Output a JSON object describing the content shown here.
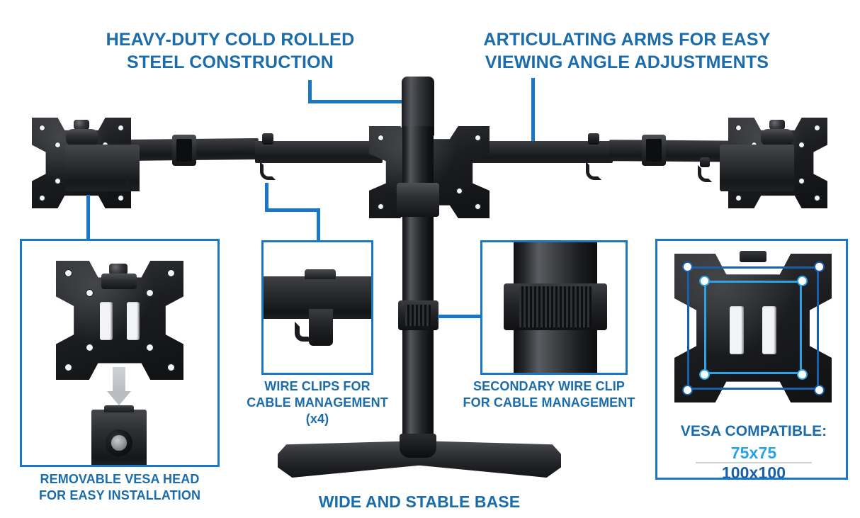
{
  "headings": {
    "left": "HEAVY-DUTY COLD ROLLED\nSTEEL CONSTRUCTION",
    "right": "ARTICULATING ARMS FOR EASY\nVIEWING ANGLE ADJUSTMENTS"
  },
  "captions": {
    "removable_head": "REMOVABLE VESA HEAD\nFOR EASY INSTALLATION",
    "wire_clips": "WIRE CLIPS FOR\nCABLE MANAGEMENT\n(x4)",
    "secondary_clip": "SECONDARY WIRE CLIP\nFOR CABLE MANAGEMENT",
    "base": "WIDE AND STABLE BASE"
  },
  "vesa_panel": {
    "title": "VESA COMPATIBLE:",
    "size_small": "75x75",
    "size_large": "100x100"
  },
  "colors": {
    "accent_blue": "#1a77c6",
    "text_blue": "#1b6cab",
    "vesa_outer": "#1a5fa8",
    "vesa_inner": "#2aa3e8",
    "product_black": "#1c1d20",
    "background": "#ffffff"
  },
  "panels": {
    "removable_head_label": "removable-vesa-head-panel",
    "wire_clip_label": "wire-clip-detail-panel",
    "secondary_clip_label": "secondary-wire-clip-panel",
    "vesa_label": "vesa-compatibility-panel"
  }
}
